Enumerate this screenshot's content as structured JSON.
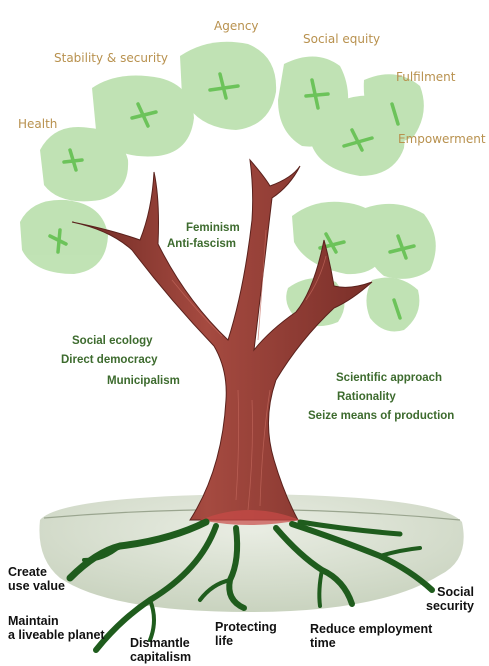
{
  "outcomes": {
    "health": "Health",
    "stability": "Stability & security",
    "agency": "Agency",
    "social_equity": "Social equity",
    "fulfilment": "Fulfilment",
    "empowerment": "Empowerment"
  },
  "principles": {
    "feminism": "Feminism",
    "anti_fascism": "Anti-fascism",
    "social_ecology": "Social ecology",
    "direct_democracy": "Direct democracy",
    "municipalism": "Municipalism",
    "scientific_approach": "Scientific approach",
    "rationality": "Rationality",
    "seize_means": "Seize means of production"
  },
  "roots": {
    "create_1": "Create",
    "create_2": "use value",
    "maintain_1": "Maintain",
    "maintain_2": "a liveable planet",
    "dismantle_1": "Dismantle",
    "dismantle_2": "capitalism",
    "protecting_1": "Protecting",
    "protecting_2": "life",
    "reduce_1": "Reduce employment",
    "reduce_2": "time",
    "social_1": "Social",
    "social_2": "security"
  },
  "colors": {
    "trunk": "#8e3a32",
    "foliage": "#b6dea8",
    "root": "#1f5c1d",
    "outcome_text": "#b8914e",
    "principle_text": "#3d6b2e"
  }
}
